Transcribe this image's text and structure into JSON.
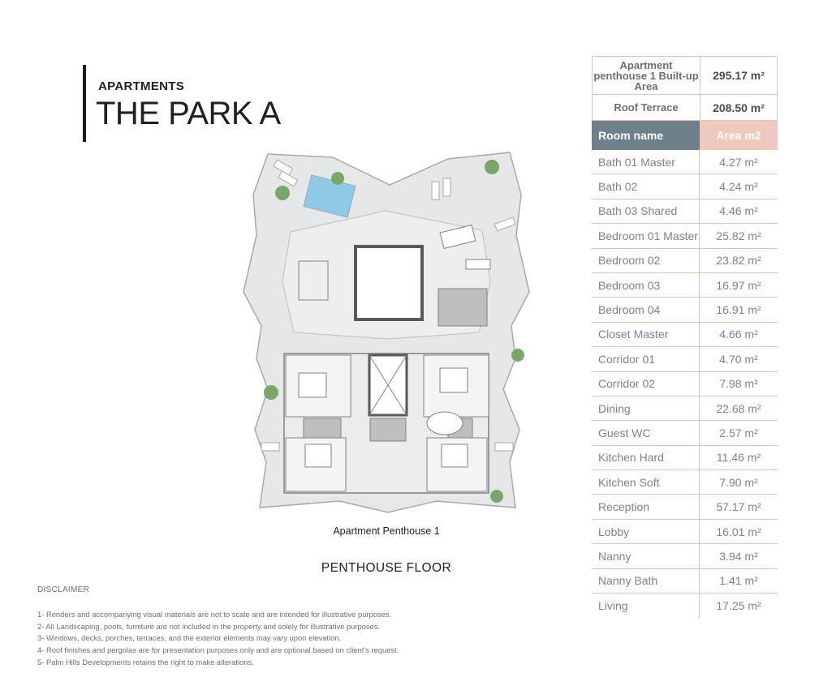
{
  "header": {
    "kicker": "APARTMENTS",
    "title": "THE PARK A"
  },
  "plan": {
    "caption": "Apartment Penthouse 1",
    "floor_label": "PENTHOUSE FLOOR"
  },
  "disclaimer": {
    "title": "DISCLAIMER",
    "items": [
      "1- Renders and accompanying visual materials are not to scale and are intended for illustrative purposes.",
      "2- All Landscaping, pools, furniture are not included in the property and solely for illustrative purposes.",
      "3- Windows, decks, porches, terraces, and the exterior elements may vary upon elevation.",
      "4- Roof finishes and pergolas are for presentation purposes only and are optional based on client's request.",
      "5- Palm Hills Developments retains the right to make alterations."
    ]
  },
  "summary": {
    "built_up_label": "Apartment penthouse 1 Built-up Area",
    "built_up_value": "295.17 m²",
    "roof_label": "Roof Terrace",
    "roof_value": "208.50 m²"
  },
  "table": {
    "col_name": "Room name",
    "col_area": "Area m2",
    "rows": [
      {
        "name": "Bath 01 Master",
        "area": "4.27 m²"
      },
      {
        "name": "Bath 02",
        "area": "4.24 m²"
      },
      {
        "name": "Bath 03 Shared",
        "area": "4.46 m²"
      },
      {
        "name": "Bedroom 01 Master",
        "area": "25.82 m²"
      },
      {
        "name": "Bedroom 02",
        "area": "23.82 m²"
      },
      {
        "name": "Bedroom 03",
        "area": "16.97 m²"
      },
      {
        "name": "Bedroom 04",
        "area": "16.91 m²"
      },
      {
        "name": "Closet Master",
        "area": "4.66 m²"
      },
      {
        "name": "Corridor 01",
        "area": "4.70 m²"
      },
      {
        "name": "Corridor 02",
        "area": "7.98 m²"
      },
      {
        "name": "Dining",
        "area": "22.68 m²"
      },
      {
        "name": "Guest WC",
        "area": "2.57 m²"
      },
      {
        "name": "Kitchen Hard",
        "area": "11.46 m²"
      },
      {
        "name": "Kitchen Soft",
        "area": "7.90 m²"
      },
      {
        "name": "Reception",
        "area": "57.17 m²"
      },
      {
        "name": "Lobby",
        "area": "16.01 m²"
      },
      {
        "name": "Nanny",
        "area": "3.94 m²"
      },
      {
        "name": "Nanny Bath",
        "area": "1.41 m²"
      },
      {
        "name": "Living",
        "area": "17.25 m²"
      }
    ]
  },
  "colors": {
    "header_name_bg": "#6d808c",
    "header_area_bg": "#efc9bd",
    "table_border": "#e3c2b8",
    "plan_fill": "#e6e7e8",
    "plan_wall": "#58595b",
    "pool": "#8ecae6",
    "tree": "#7aa66b"
  }
}
